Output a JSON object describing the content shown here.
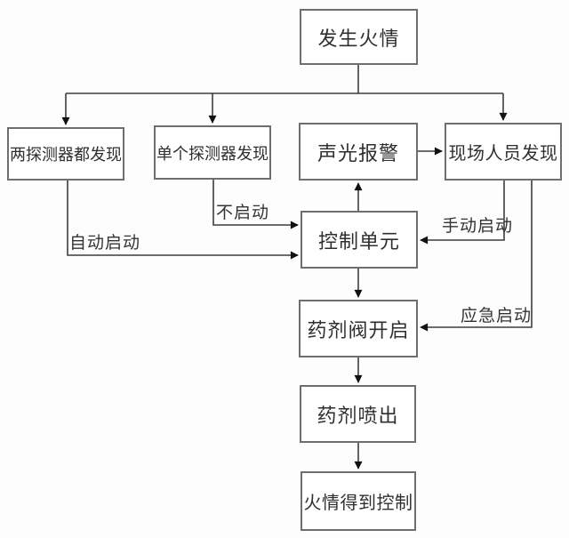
{
  "diagram": {
    "title": "fire-suppression-activation-flowchart",
    "nodes": {
      "fire_occurs": {
        "label": "发生火情"
      },
      "both_detectors": {
        "label": "两探测器都发现"
      },
      "single_detector": {
        "label": "单个探测器发现"
      },
      "sound_light_alarm": {
        "label": "声光报警"
      },
      "personnel_discover": {
        "label": "现场人员发现"
      },
      "control_unit": {
        "label": "控制单元"
      },
      "agent_valve_open": {
        "label": "药剂阀开启"
      },
      "agent_spray": {
        "label": "药剂喷出"
      },
      "fire_controlled": {
        "label": "火情得到控制"
      }
    },
    "edge_labels": {
      "auto_start": "自动启动",
      "no_start": "不启动",
      "manual_start": "手动启动",
      "emergency_start": "应急启动"
    },
    "edges": [
      {
        "from": "fire_occurs",
        "to": "both_detectors",
        "label": ""
      },
      {
        "from": "fire_occurs",
        "to": "single_detector",
        "label": ""
      },
      {
        "from": "fire_occurs",
        "to": "personnel_discover",
        "label": ""
      },
      {
        "from": "both_detectors",
        "to": "control_unit",
        "label": "自动启动"
      },
      {
        "from": "single_detector",
        "to": "control_unit",
        "label": "不启动"
      },
      {
        "from": "sound_light_alarm",
        "to": "personnel_discover",
        "label": ""
      },
      {
        "from": "control_unit",
        "to": "sound_light_alarm",
        "label": ""
      },
      {
        "from": "personnel_discover",
        "to": "control_unit",
        "label": "手动启动"
      },
      {
        "from": "personnel_discover",
        "to": "agent_valve_open",
        "label": "应急启动"
      },
      {
        "from": "control_unit",
        "to": "agent_valve_open",
        "label": ""
      },
      {
        "from": "agent_valve_open",
        "to": "agent_spray",
        "label": ""
      },
      {
        "from": "agent_spray",
        "to": "fire_controlled",
        "label": ""
      }
    ],
    "colors": {
      "background": "#fdfdfd",
      "box_border": "#6e6e6e",
      "line": "#3d3d3d",
      "arrowhead": "#111111",
      "text": "#2f2f2f"
    }
  }
}
